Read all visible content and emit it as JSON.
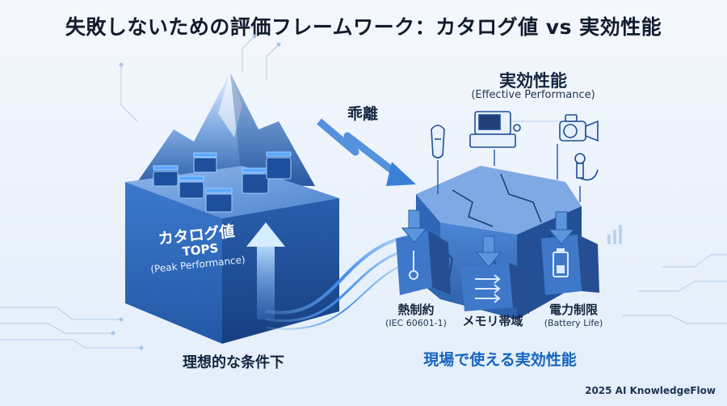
{
  "title": "失敗しないための評価フレームワーク：カタログ値 vs 実効性能",
  "left": {
    "cube_label": "カタログ値",
    "cube_metric": "TOPS",
    "cube_sub": "(Peak Performance)",
    "caption": "理想的な条件下"
  },
  "divergence_label": "乖離",
  "right": {
    "title": "実効性能",
    "subtitle": "(Effective Performance)",
    "caption": "現場で使える実効性能",
    "constraints": [
      {
        "name": "熱制約",
        "sub": "(IEC 60601-1)",
        "icon": "thermometer-icon"
      },
      {
        "name": "メモリ帯域",
        "sub": "",
        "icon": "data-flow-icon"
      },
      {
        "name": "電力制限",
        "sub": "(Battery Life)",
        "icon": "battery-icon"
      }
    ],
    "devices": [
      "ultrasound-probe-icon",
      "ultrasound-machine-icon",
      "camera-icon",
      "endoscope-icon"
    ]
  },
  "brand": "2025 AI KnowledgeFlow",
  "colors": {
    "accent": "#1565c0",
    "cube": "#2f6fc4",
    "title": "#111c2e"
  }
}
